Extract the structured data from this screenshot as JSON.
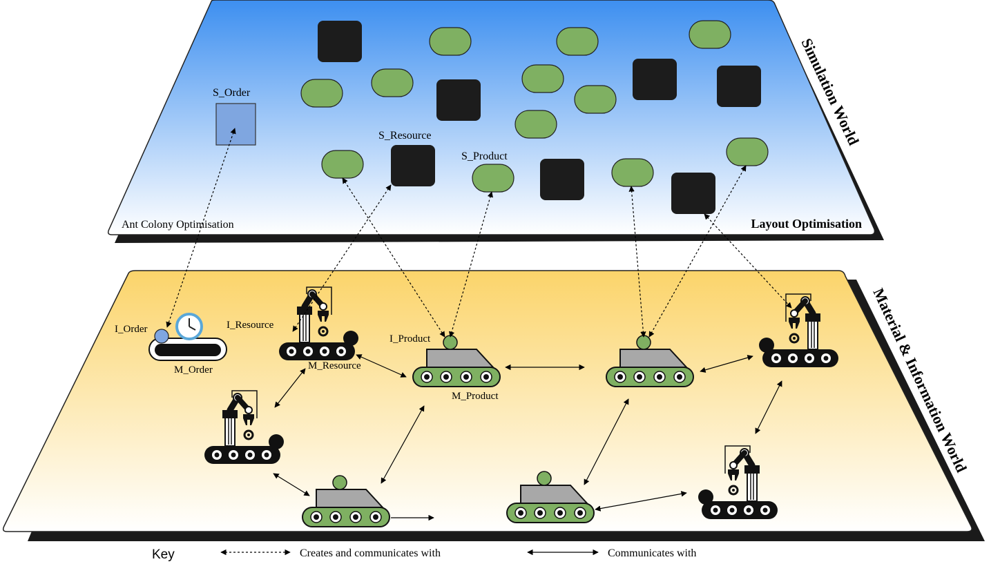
{
  "sim_world": {
    "title": "Simulation World",
    "left_caption": "Ant Colony Optimisation",
    "right_caption": "Layout Optimisation",
    "order_label": "S_Order",
    "resource_label": "S_Resource",
    "product_label": "S_Product",
    "sky_top_color": "#3d8ff0",
    "sky_bottom_color": "#ffffff"
  },
  "mat_world": {
    "title": "Material & Information World",
    "i_order_label": "I_Order",
    "m_order_label": "M_Order",
    "i_resource_label": "I_Resource",
    "m_resource_label": "M_Resource",
    "i_product_label": "I_Product",
    "m_product_label": "M_Product",
    "top_color": "#fbd46a",
    "bottom_color": "#ffffff"
  },
  "key": {
    "title": "Key",
    "dashed_label": "Creates and communicates with",
    "solid_label": "Communicates with"
  },
  "colors": {
    "product_green": "#7fb062",
    "resource_black": "#1c1c1c",
    "order_blue": "#7fa6e0",
    "shadow": "#1a1a1a"
  }
}
